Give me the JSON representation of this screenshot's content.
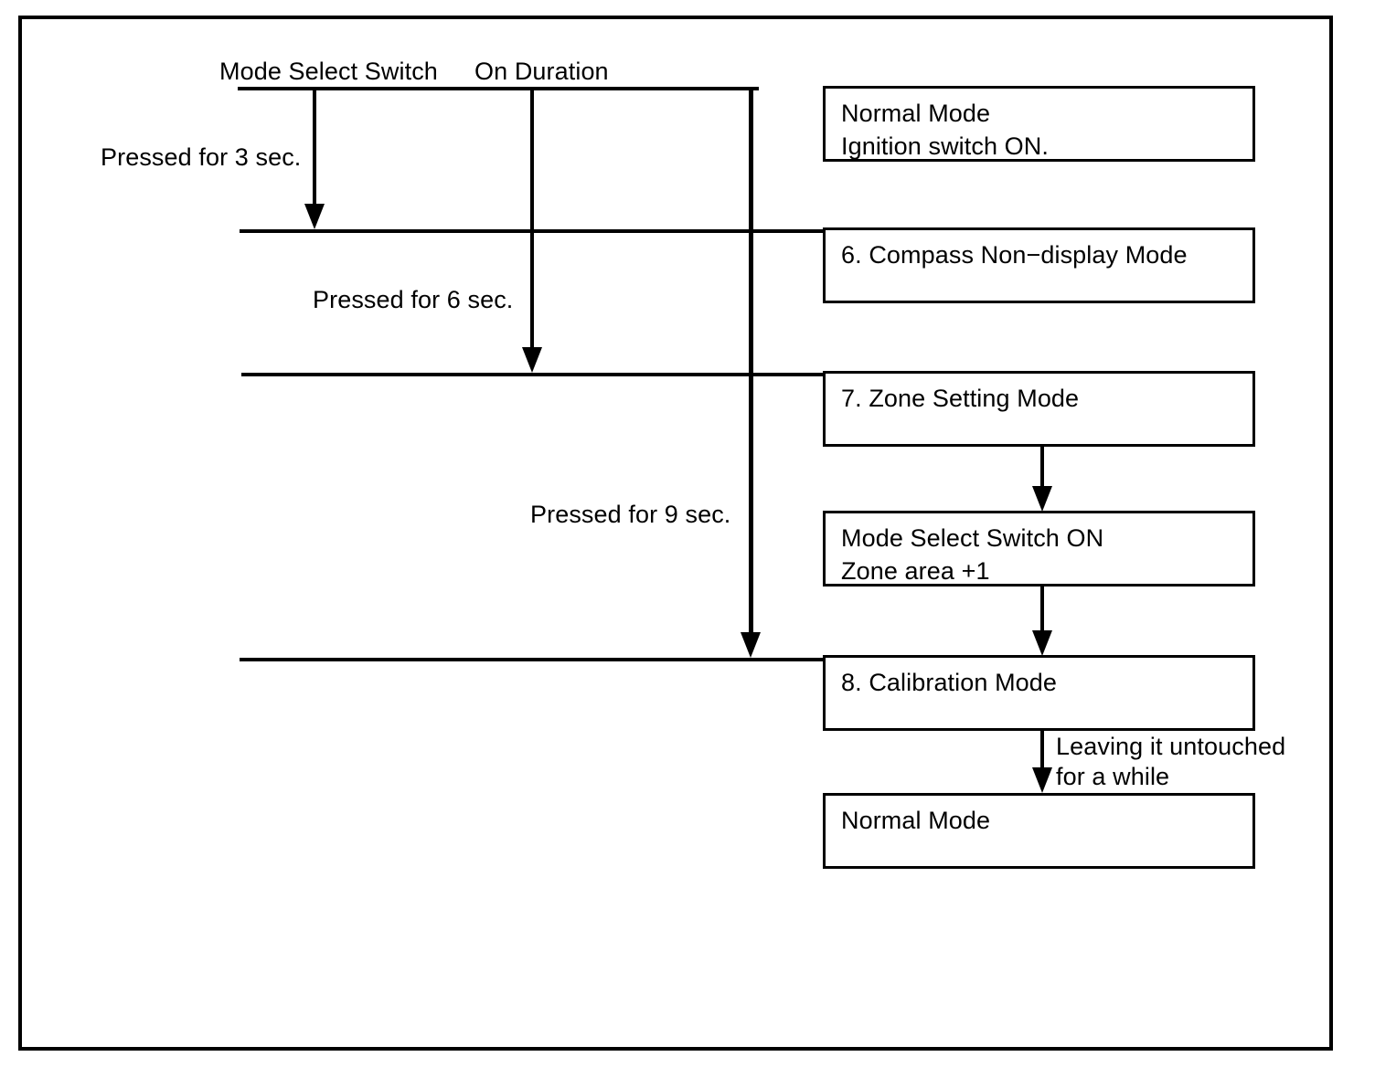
{
  "diagram": {
    "title_labels": [
      {
        "id": "mode-select-switch",
        "text": "Mode Select Switch"
      },
      {
        "id": "on-duration",
        "text": "On Duration"
      }
    ],
    "duration_labels": [
      {
        "id": "pressed-3-sec",
        "text": "Pressed for 3 sec."
      },
      {
        "id": "pressed-6-sec",
        "text": "Pressed for 6 sec."
      },
      {
        "id": "pressed-9-sec",
        "text": "Pressed for 9 sec."
      }
    ],
    "nodes": [
      {
        "id": "normal-mode-ignition",
        "line1": "Normal Mode",
        "line2": "Ignition switch ON."
      },
      {
        "id": "compass-non-display-mode",
        "line1": "6. Compass Non−display Mode",
        "line2": ""
      },
      {
        "id": "zone-setting-mode",
        "line1": "7. Zone Setting Mode",
        "line2": ""
      },
      {
        "id": "mode-select-switch-on",
        "line1": "Mode Select Switch ON",
        "line2": "Zone area +1"
      },
      {
        "id": "calibration-mode",
        "line1": "8. Calibration Mode",
        "line2": ""
      },
      {
        "id": "normal-mode-final",
        "line1": "Normal Mode",
        "line2": ""
      }
    ],
    "annotations": [
      {
        "id": "leaving-untouched",
        "line1": "Leaving it untouched",
        "line2": "for a while"
      }
    ]
  }
}
